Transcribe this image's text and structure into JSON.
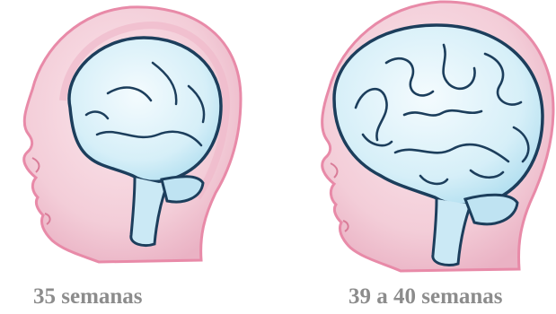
{
  "figures": [
    {
      "id": "brain-35-weeks",
      "caption": "35 semanas",
      "description_icon": "fetal-head-brain-smooth-icon"
    },
    {
      "id": "brain-39-40-weeks",
      "caption": "39 a 40 semanas",
      "description_icon": "fetal-head-brain-folded-icon"
    }
  ],
  "colors": {
    "skin": "#f3cdd8",
    "skin_shadow": "#e6a9bd",
    "head_outline": "#e88aa8",
    "brain_fill": "#dff3fa",
    "brain_shade": "#a9dbee",
    "brain_outline": "#1c3e5c",
    "caption_text": "#8c8c8c"
  }
}
